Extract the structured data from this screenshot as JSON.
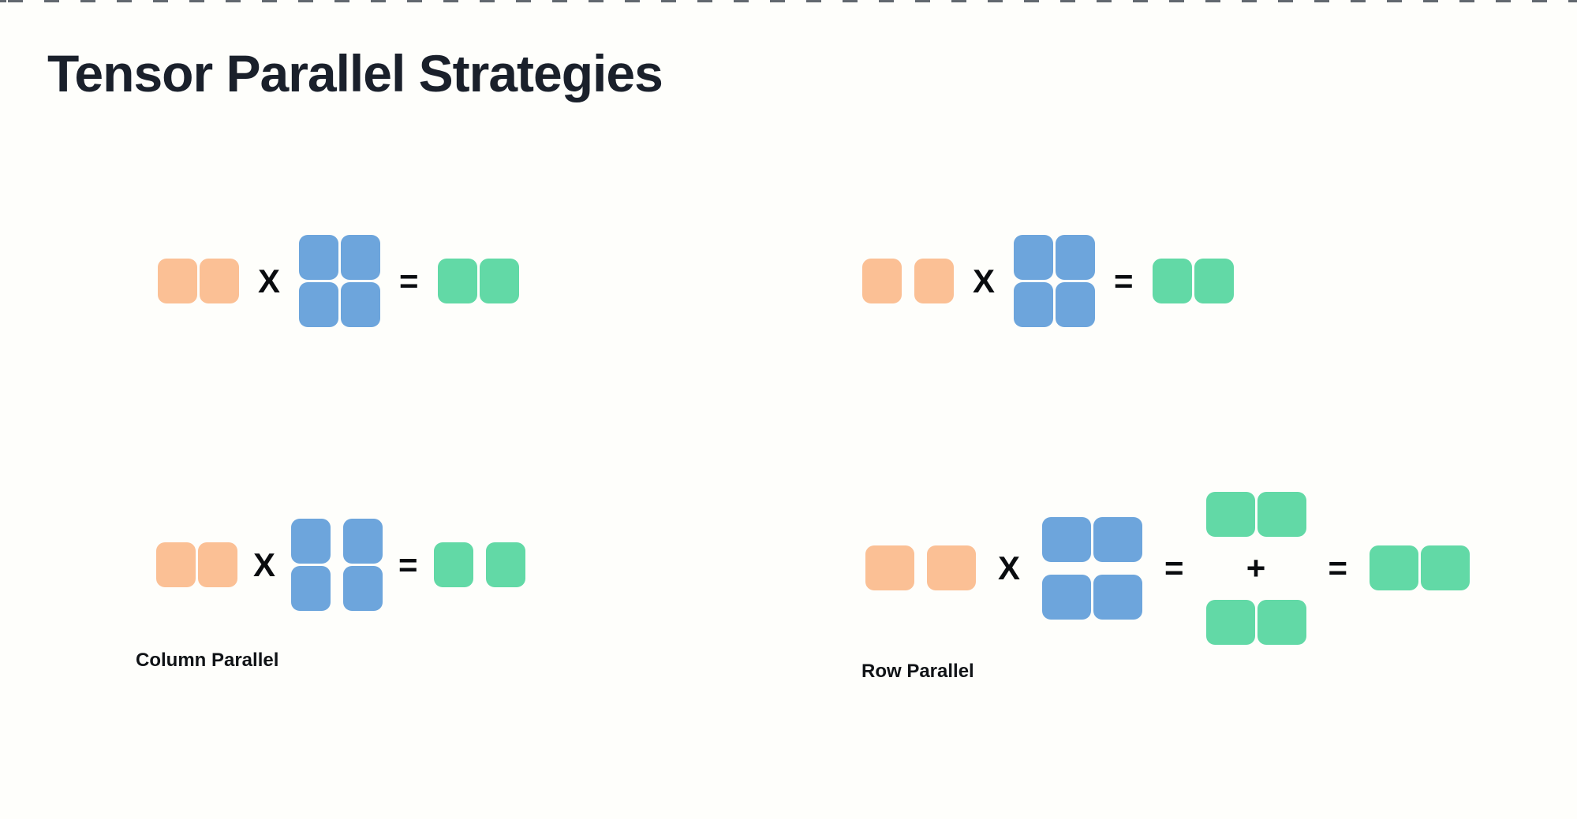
{
  "page": {
    "background": "#FEFEFB",
    "top_dash_color": "#474E57"
  },
  "title": "Tensor Parallel Strategies",
  "colors": {
    "input": "#FBC095",
    "weight": "#6DA5DC",
    "output": "#62D9A6",
    "title_text": "#1A202B",
    "label_text": "#101316",
    "operator_text": "#0A0C0F"
  },
  "figures": [
    {
      "id": "matmul-top-left",
      "label": "",
      "items": [
        {
          "kind": "matrix",
          "name": "input-matrix",
          "color": "input",
          "rows": 1,
          "cols": 2,
          "col_gap": "seam",
          "row_gap": "seam"
        },
        {
          "kind": "operator",
          "glyph": "X"
        },
        {
          "kind": "matrix",
          "name": "weight-matrix",
          "color": "weight",
          "rows": 2,
          "cols": 2,
          "col_gap": "seam",
          "row_gap": "seam"
        },
        {
          "kind": "operator",
          "glyph": "="
        },
        {
          "kind": "matrix",
          "name": "output-matrix",
          "color": "output",
          "rows": 1,
          "cols": 2,
          "col_gap": "seam",
          "row_gap": "seam"
        }
      ]
    },
    {
      "id": "matmul-top-right",
      "label": "",
      "items": [
        {
          "kind": "matrix",
          "name": "input-matrix-split",
          "color": "input",
          "rows": 1,
          "cols": 2,
          "col_gap": "wide",
          "row_gap": "seam"
        },
        {
          "kind": "operator",
          "glyph": "X"
        },
        {
          "kind": "matrix",
          "name": "weight-matrix",
          "color": "weight",
          "rows": 2,
          "cols": 2,
          "col_gap": "seam",
          "row_gap": "seam"
        },
        {
          "kind": "operator",
          "glyph": "="
        },
        {
          "kind": "matrix",
          "name": "output-matrix",
          "color": "output",
          "rows": 1,
          "cols": 2,
          "col_gap": "seam",
          "row_gap": "seam"
        }
      ]
    },
    {
      "id": "column-parallel",
      "label": "Column Parallel",
      "items": [
        {
          "kind": "matrix",
          "name": "input-matrix",
          "color": "input",
          "rows": 1,
          "cols": 2,
          "col_gap": "seam",
          "row_gap": "seam"
        },
        {
          "kind": "operator",
          "glyph": "X"
        },
        {
          "kind": "matrix",
          "name": "weight-matrix-column-split",
          "color": "weight",
          "rows": 2,
          "cols": 2,
          "col_gap": "wide",
          "row_gap": "seam"
        },
        {
          "kind": "operator",
          "glyph": "="
        },
        {
          "kind": "matrix",
          "name": "output-matrix-column-split",
          "color": "output",
          "rows": 1,
          "cols": 2,
          "col_gap": "wide",
          "row_gap": "seam"
        }
      ]
    },
    {
      "id": "row-parallel",
      "label": "Row Parallel",
      "items": [
        {
          "kind": "matrix",
          "name": "input-matrix-split",
          "color": "input",
          "rows": 1,
          "cols": 2,
          "col_gap": "wide",
          "row_gap": "seam"
        },
        {
          "kind": "operator",
          "glyph": "X"
        },
        {
          "kind": "matrix",
          "name": "weight-matrix-row-split",
          "color": "weight",
          "rows": 2,
          "cols": 2,
          "col_gap": "seam",
          "row_gap": "wide"
        },
        {
          "kind": "operator",
          "glyph": "="
        },
        {
          "kind": "group",
          "name": "partial-sum-stack",
          "direction": "column",
          "items": [
            {
              "kind": "matrix",
              "name": "partial-output-top",
              "color": "output",
              "rows": 1,
              "cols": 2,
              "col_gap": "seam",
              "row_gap": "seam"
            },
            {
              "kind": "operator",
              "glyph": "+"
            },
            {
              "kind": "matrix",
              "name": "partial-output-bottom",
              "color": "output",
              "rows": 1,
              "cols": 2,
              "col_gap": "seam",
              "row_gap": "seam"
            }
          ]
        },
        {
          "kind": "operator",
          "glyph": "="
        },
        {
          "kind": "matrix",
          "name": "final-output-matrix",
          "color": "output",
          "rows": 1,
          "cols": 2,
          "col_gap": "seam",
          "row_gap": "seam"
        }
      ]
    }
  ]
}
